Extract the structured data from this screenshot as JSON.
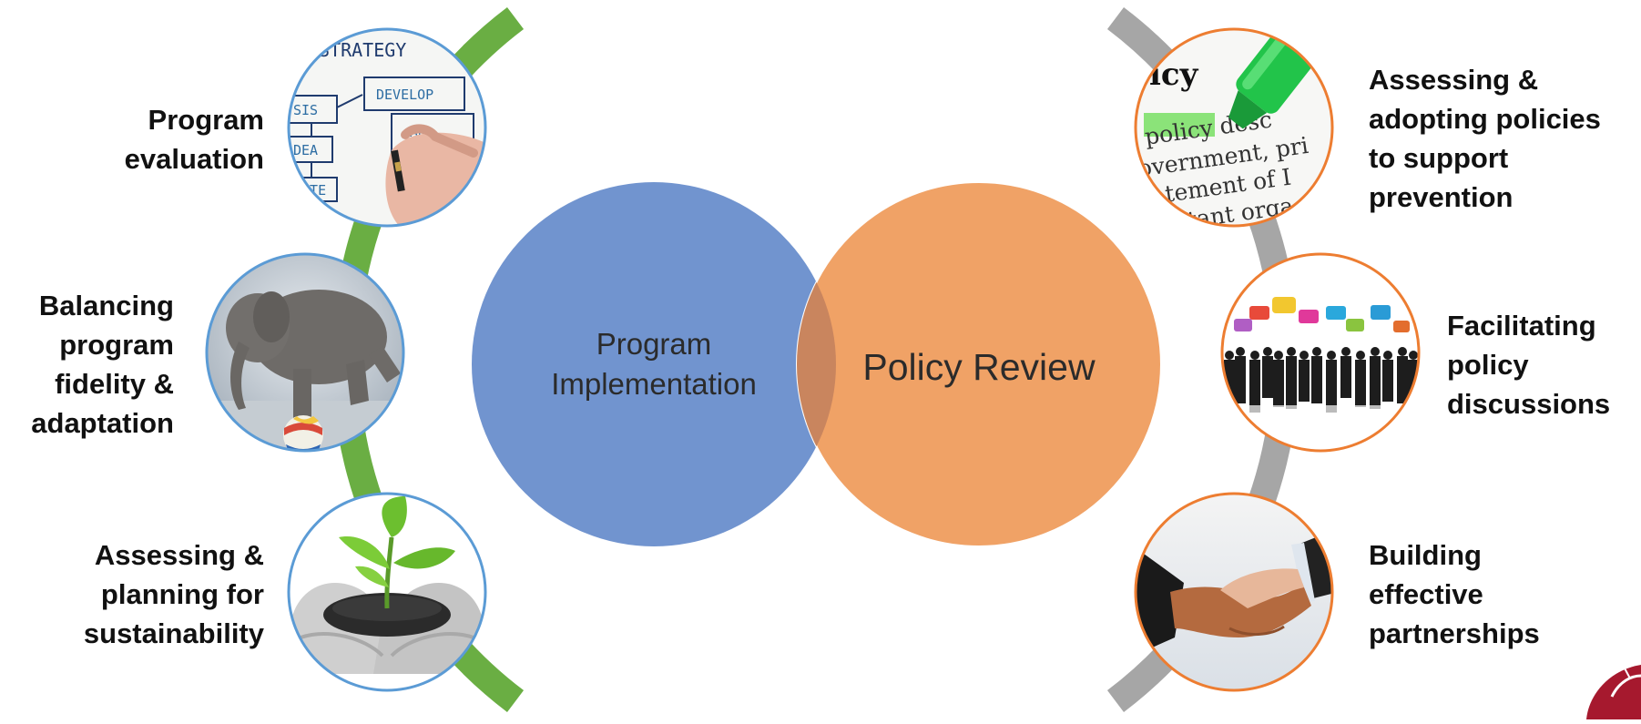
{
  "center": {
    "left_circle": {
      "label": "Program\nImplementation",
      "color": "#7194cf"
    },
    "right_circle": {
      "label": "Policy Review",
      "color": "#f0a266"
    },
    "overlap_color": "#c9855e"
  },
  "left_column": {
    "arc_color": "#6aae43",
    "ring_color": "#5b9bd5",
    "items": [
      {
        "label": "Program\nevaluation",
        "image": "strategy-flowchart"
      },
      {
        "label": "Balancing\nprogram\nfidelity &\nadaptation",
        "image": "elephant-on-ball"
      },
      {
        "label": "Assessing &\nplanning for\nsustainability",
        "image": "seedling-in-hands"
      }
    ]
  },
  "right_column": {
    "arc_color": "#a6a6a6",
    "ring_color": "#ed7d31",
    "items": [
      {
        "label": "Assessing &\nadopting policies\nto support\nprevention",
        "image": "policy-highlighter"
      },
      {
        "label": "Facilitating\npolicy\ndiscussions",
        "image": "people-speech-bubbles"
      },
      {
        "label": "Building\neffective\npartnerships",
        "image": "handshake"
      }
    ]
  },
  "image_text": {
    "strategy": "STRATEGY",
    "develop": "DEVELOP",
    "sis": "SIS",
    "dea": "DEA",
    "vate": "VATE",
    "an": "AN",
    "policy_lines": [
      "icy",
      "policy desc",
      "overnment, pri",
      "tatement of I",
      "portant orga"
    ]
  },
  "logo_color": "#a6192e"
}
